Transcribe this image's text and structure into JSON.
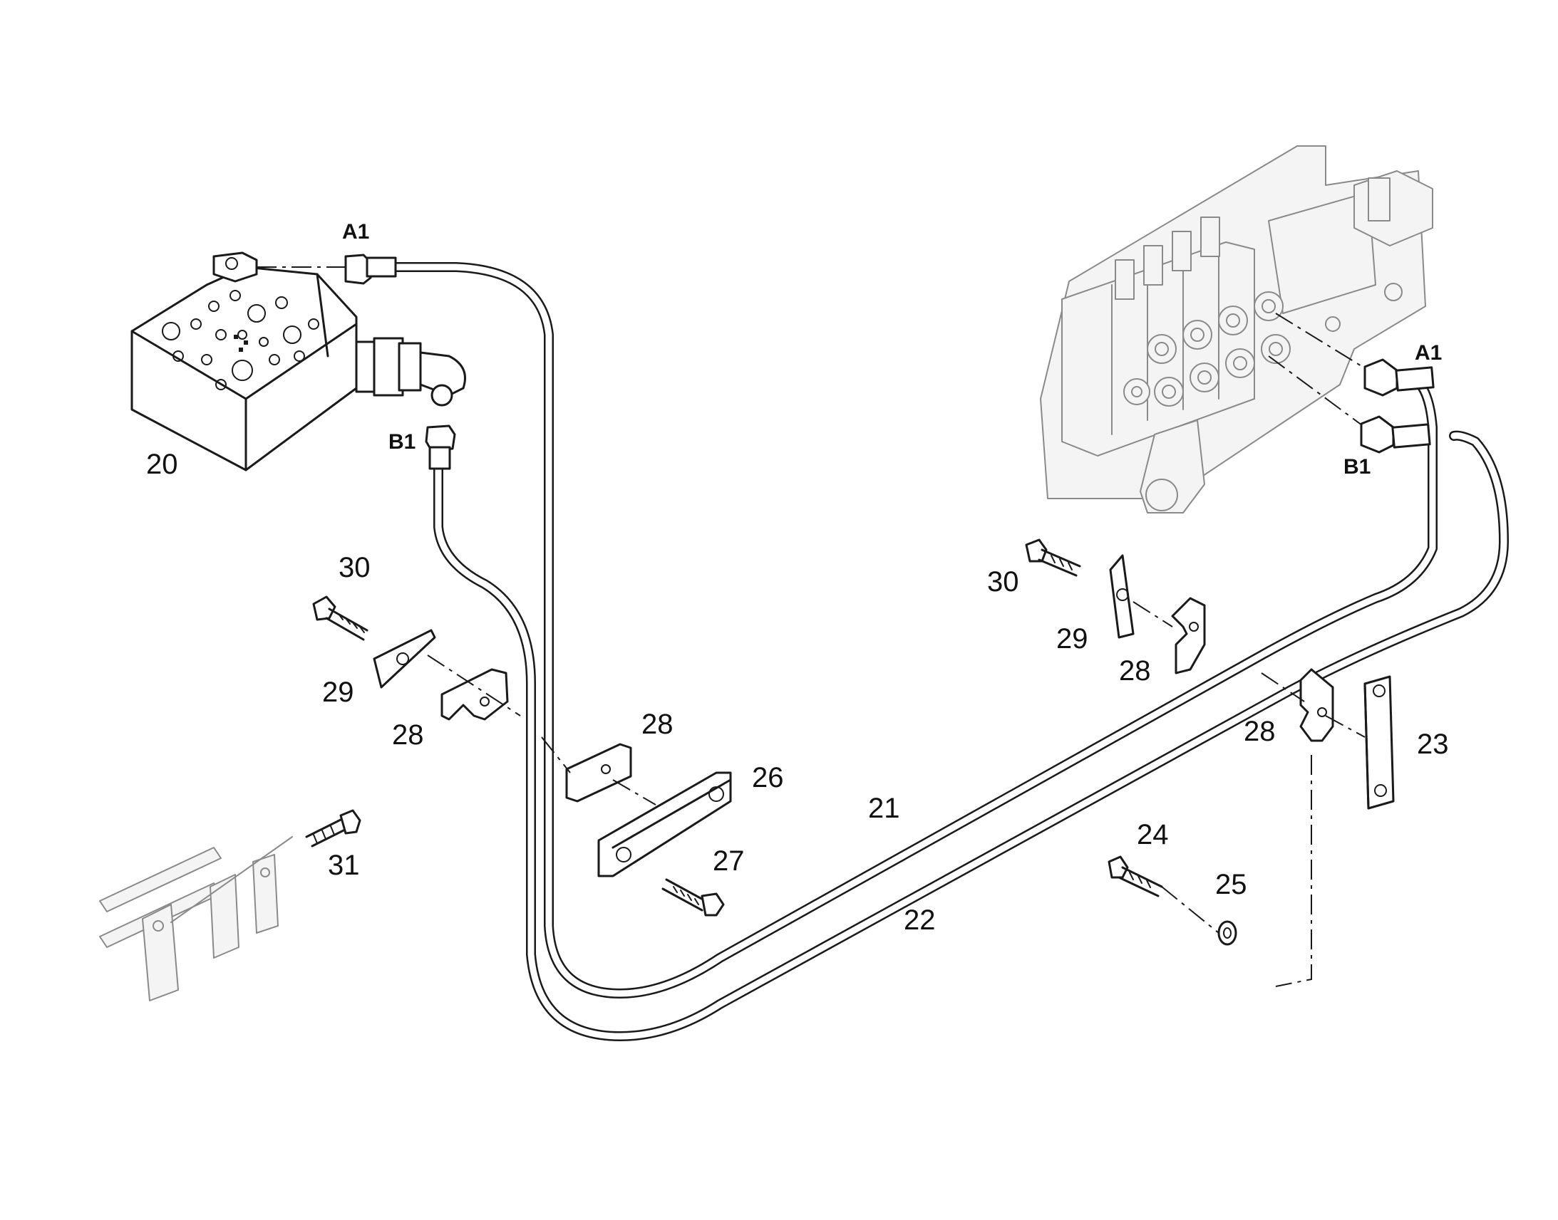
{
  "callouts": {
    "c20": "20",
    "c21": "21",
    "c22": "22",
    "c23": "23",
    "c24": "24",
    "c25": "25",
    "c26": "26",
    "c27": "27",
    "c28a": "28",
    "c28b": "28",
    "c28c": "28",
    "c28d": "28",
    "c29a": "29",
    "c29b": "29",
    "c30a": "30",
    "c30b": "30",
    "c31": "31"
  },
  "ports": {
    "left_a1": "A1",
    "left_b1": "B1",
    "right_a1": "A1",
    "right_b1": "B1"
  }
}
